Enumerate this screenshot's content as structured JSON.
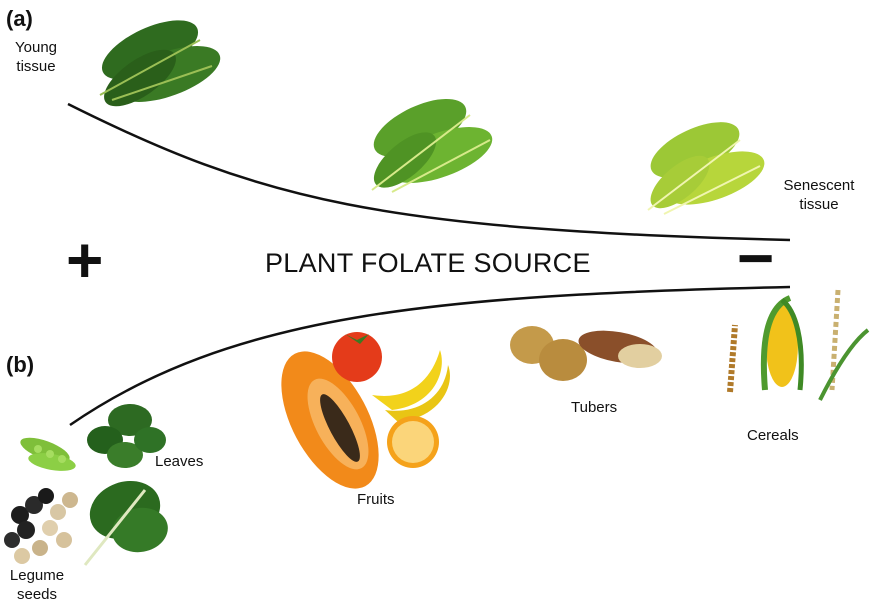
{
  "panel_a": {
    "label": "(a)",
    "left_label": "Young\ntissue",
    "right_label": "Senescent\ntissue"
  },
  "panel_b": {
    "label": "(b)",
    "groups": {
      "legume": "Legume\nseeds",
      "leaves": "Leaves",
      "fruits": "Fruits",
      "tubers": "Tubers",
      "cereals": "Cereals"
    }
  },
  "center": {
    "title": "PLANT FOLATE SOURCE",
    "plus": "+",
    "minus": "−"
  },
  "colors": {
    "leaf_dark": "#2f6b1f",
    "leaf_mid": "#5aa02a",
    "leaf_light": "#b7d63b",
    "papaya": "#f28a1a",
    "banana": "#f2d21b",
    "tomato": "#e43b1a",
    "tuber": "#b87a3b",
    "corn": "#f1c21a"
  }
}
